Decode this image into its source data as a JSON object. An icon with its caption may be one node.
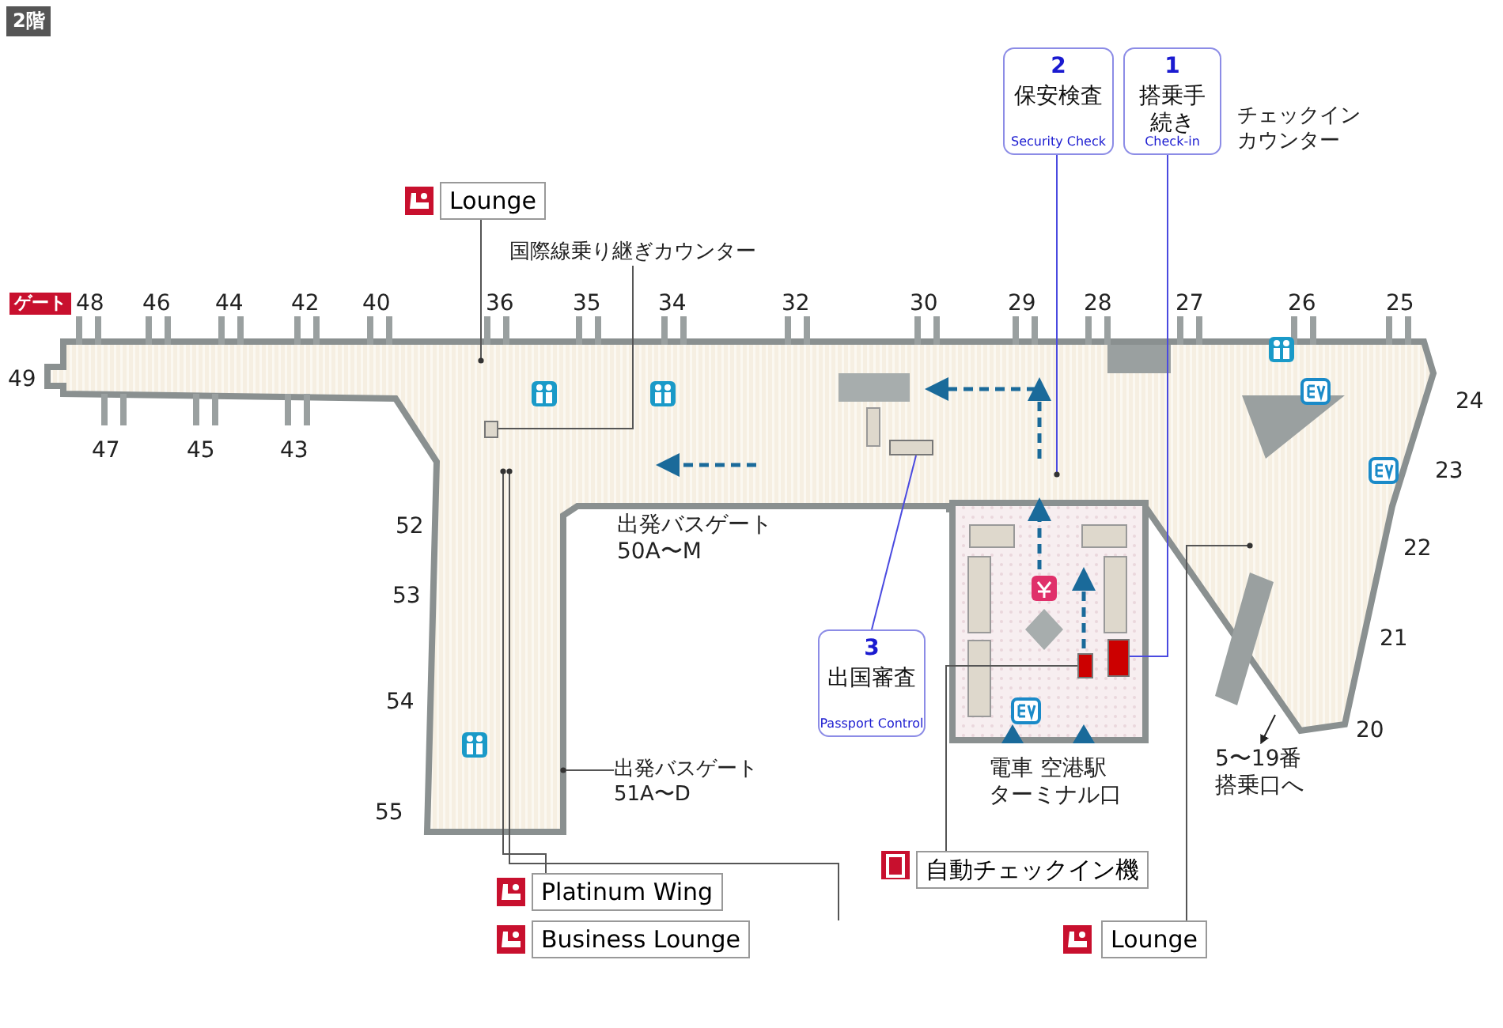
{
  "diagram": {
    "nodes": [
      {
        "text": [
          "2",
          "保安検査",
          "Security Check"
        ]
      },
      {
        "text": [
          "1",
          "搭乗手続き",
          "Check-in"
        ],
        "beside": [
          "チェックインカウンター"
        ]
      },
      {
        "text": [
          "3",
          "出国審査",
          "Passport Control"
        ]
      },
      {
        "text": [
          "Lounge"
        ]
      },
      {
        "text": [
          "国際線乗り継ぎカウンター"
        ]
      },
      {
        "text": [
          "出発バスゲート51A〜D"
        ]
      },
      {
        "text": [
          "Platinum Wing"
        ]
      },
      {
        "text": [
          "Business Lounge"
        ]
      },
      {
        "text": [
          "自動チェックイン機"
        ]
      },
      {
        "text": [
          "Lounge"
        ]
      },
      {
        "text": [],
        "shape": "box"
      },
      {
        "text": [],
        "shape": "box"
      },
      {
        "text": [],
        "shape": "box"
      },
      {
        "text": [],
        "shape": "box"
      }
    ],
    "edges": [
      {
        "from": 0,
        "to": null,
        "arrow": "none",
        "color": "#4a4ae0"
      },
      {
        "from": 1,
        "to": 10,
        "arrow": "none",
        "color": "#4a4ae0"
      },
      {
        "from": 2,
        "to": 12,
        "arrow": "none",
        "color": "#4a4ae0"
      },
      {
        "from": 3,
        "to": null,
        "arrow": "none"
      },
      {
        "from": 4,
        "to": 13,
        "arrow": "none"
      },
      {
        "from": 5,
        "to": null,
        "arrow": "none"
      },
      {
        "from": 6,
        "to": null,
        "arrow": "none"
      },
      {
        "from": 7,
        "to": null,
        "arrow": "none"
      },
      {
        "from": 8,
        "to": 11,
        "arrow": "none"
      },
      {
        "from": 9,
        "to": null,
        "arrow": "none"
      }
    ],
    "labels": [
      "2階",
      "ゲート",
      "48",
      "46",
      "44",
      "42",
      "40",
      "36",
      "35",
      "34",
      "32",
      "30",
      "29",
      "28",
      "27",
      "26",
      "25",
      "49",
      "47",
      "45",
      "43",
      "24",
      "23",
      "52",
      "出発バスゲート50A〜M",
      "22",
      "53",
      "21",
      "54",
      "20",
      "電車 空港駅ターミナル口",
      "5〜19番搭乗口へ",
      "55"
    ]
  }
}
